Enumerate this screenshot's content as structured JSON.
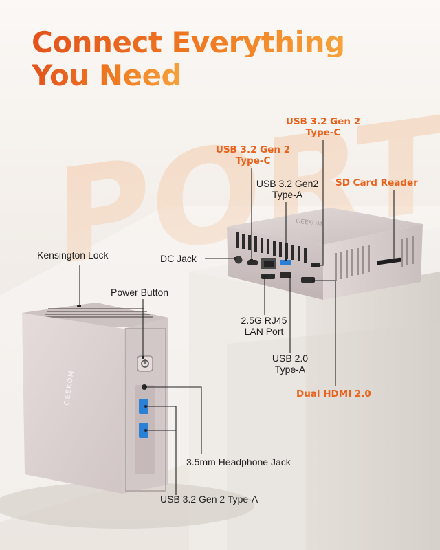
{
  "headline": {
    "line1": "Connect Everything",
    "line2": "You Need"
  },
  "watermark": "PORT",
  "brand_mark": "GEEKOM",
  "labels": {
    "usb_c_top_line1": "USB 3.2 Gen 2",
    "usb_c_top_line2": "Type-C",
    "usb_c_left_line1": "USB 3.2 Gen 2",
    "usb_c_left_line2": "Type-C",
    "usb_a_gen2_line1": "USB 3.2 Gen2",
    "usb_a_gen2_line2": "Type-A",
    "sd_card_reader": "SD Card Reader",
    "kensington_lock": "Kensington Lock",
    "dc_jack": "DC Jack",
    "power_button": "Power Button",
    "lan_line1": "2.5G RJ45",
    "lan_line2": "LAN Port",
    "usb20_line1": "USB 2.0",
    "usb20_line2": "Type-A",
    "dual_hdmi": "Dual HDMI 2.0",
    "headphone_jack": "3.5mm Headphone Jack",
    "front_usb_a": "USB 3.2 Gen 2 Type-A"
  },
  "colors": {
    "accent_orange": "#e8621c",
    "usb3_blue": "#2a7fd6",
    "chassis_silver": "#d9cfcf",
    "line_dark": "#222222"
  }
}
